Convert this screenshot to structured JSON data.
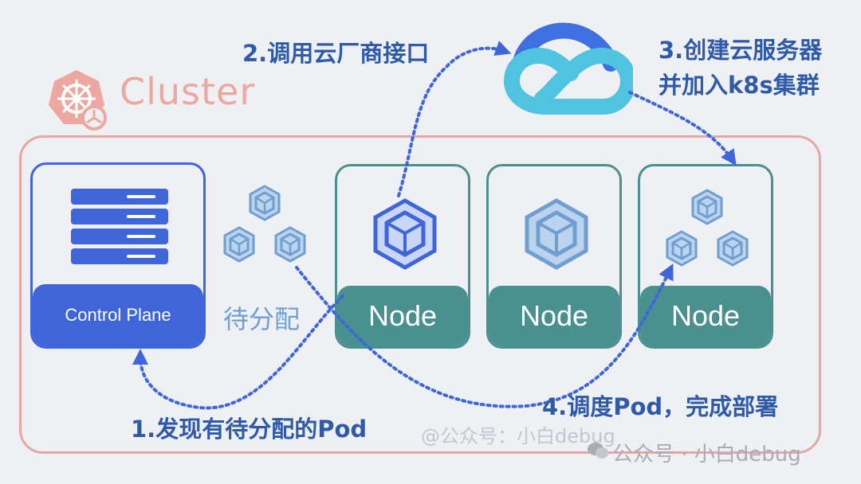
{
  "cluster": {
    "label": "Cluster",
    "icon": "helm-wheel-icon",
    "frame_color": "#e4a8a4"
  },
  "control_plane": {
    "label": "Control Plane",
    "icon": "server-rack-icon",
    "color": "#3f66d8"
  },
  "pending": {
    "label": "待分配",
    "icon": "pod-cubes-icon"
  },
  "nodes": [
    {
      "label": "Node",
      "icon": "pod-cube-highlighted-icon"
    },
    {
      "label": "Node",
      "icon": "pod-cube-icon"
    },
    {
      "label": "Node",
      "icon": "pod-cubes-icon"
    }
  ],
  "node_color": "#4a908f",
  "cloud": {
    "icon": "cloud-icon"
  },
  "steps": {
    "step1": "1.发现有待分配的Pod",
    "step2": "2.调用云厂商接口",
    "step3_line1": "3.创建云服务器",
    "step3_line2": "并加入k8s集群",
    "step4": "4.调度Pod，完成部署"
  },
  "watermarks": {
    "inner": "@公众号：小白debug",
    "outer": "公众号 · 小白debug"
  }
}
